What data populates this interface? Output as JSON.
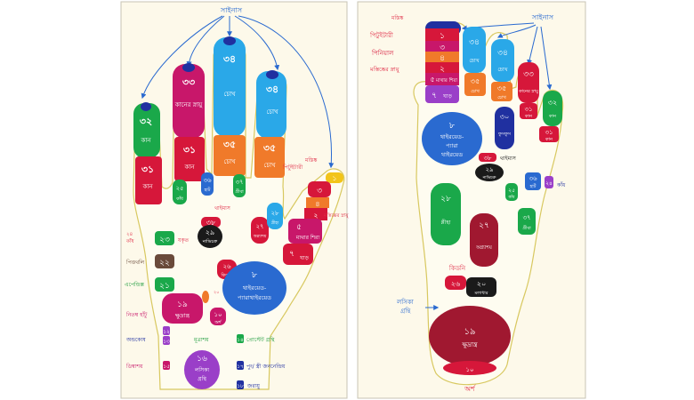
{
  "colors": {
    "red": "#d6173a",
    "magenta": "#c8176a",
    "blue": "#2f7fe8",
    "sky": "#2aa8e8",
    "green": "#1aa84a",
    "orange": "#f07a2a",
    "purple": "#9a3fc8",
    "darkred": "#a01830",
    "brown": "#6a4a3a",
    "yellow": "#f2c41a",
    "navy": "#2030a0",
    "label_red": "#e0304a",
    "label_blue": "#2a6ad0",
    "label_green": "#1a9a3a"
  },
  "hand": {
    "sinus": "সাইনাস",
    "f1_top": "৩২",
    "f1_top_txt": "কান",
    "f1_bot": "৩১",
    "f1_bot_txt": "কান",
    "f2_top": "৩৩",
    "f2_top_txt": "কানের স্নায়ু",
    "f2_bot": "৩১",
    "f2_bot_txt": "কান",
    "f3_top": "৩৪",
    "f3_top_txt": "চোখ",
    "f3_bot": "৩৫",
    "f3_bot_txt": "চোখ",
    "f4_top": "৩৪",
    "f4_top_txt": "চোখ",
    "f4_bot": "৩৫",
    "f4_bot_txt": "চোখ",
    "n25": "২৫",
    "n25_txt": "কাঁধ",
    "n36": "৩৬",
    "n36_txt": "হাট",
    "n37": "৩৭",
    "n37_txt": "গ্রীবা",
    "thymus": "থাইমাস",
    "n38": "৩৮",
    "n29": "২৯",
    "n29_txt": "নাভিচক্র",
    "n27": "২৭",
    "n27_txt": "অগ্ন্যাশয়",
    "n28": "২৮",
    "n28_txt": "প্লীহা",
    "t1": "১",
    "t3": "৩",
    "t4": "৪",
    "t2": "২",
    "t5": "৫",
    "t5_txt": "মাথার শিরা",
    "t7": "৭",
    "t7_txt": "ঘাড়",
    "pituitary": "পিটুইটারী",
    "brain_nerve": "মস্তিষ্কের স্নায়ু",
    "mastishka": "মস্তিষ্ক",
    "n24": "২৪",
    "n24_txt": "কাঁধ",
    "n23": "২৩",
    "n23_txt": "যকৃত",
    "n22": "২২",
    "n22_side": "পিত্তথলি",
    "n21": "২১",
    "n21_side": "এপেন্ডিক্স",
    "n26": "২৬",
    "n26_txt": "কিডনি",
    "n8": "৮",
    "n8_txt1": "থাইরয়েড-",
    "n8_txt2": "প্যারাথাইরয়েড",
    "n19": "১৯",
    "n19_txt": "ক্ষুদ্রান্ত্র",
    "n20": "২০",
    "n10": "১০",
    "n10_txt": "অর্শ",
    "sciatic": "নিতম্ব হাঁটু",
    "testis": "অন্ডকোষ",
    "bladder": "মূত্রাশয়",
    "prostate": "প্রোস্টেট গ্রন্থি",
    "ovary": "ডিম্বাশয়",
    "n16": "১৬",
    "n16_txt1": "লসিকা",
    "n16_txt2": "গ্রন্থি",
    "genital": "পুং/ স্ত্রী জননেন্দ্রিয়",
    "uterus": "জরায়ু",
    "s12": "১২",
    "s13": "১৩",
    "s14": "১৪",
    "s15": "১৫",
    "s17": "১৭",
    "s18": "১৮"
  },
  "foot": {
    "sinus": "সাইনাস",
    "pituitary": "পিটুইটারী",
    "pineal": "পিনিয়াল",
    "brain_nerve": "মস্তিষ্কের স্নায়ু",
    "mastishka": "মস্তিষ্ক",
    "t1": "১",
    "t3": "৩",
    "t4": "৪",
    "t2": "২",
    "t5": "৫",
    "t5_txt": "মাথার শিরা",
    "t7": "৭",
    "t7_txt": "ঘাড়",
    "toe2_top": "৩৪",
    "toe2_top_txt": "চোখ",
    "toe2_bot": "৩৫",
    "toe2_bot_txt": "চোখ",
    "toe3_top": "৩৪",
    "toe3_top_txt": "চোখ",
    "toe3_bot": "৩৫",
    "toe3_bot_txt": "চোখ",
    "toe4_top": "৩৩",
    "toe4_top_txt": "কানের স্নায়ু",
    "toe4_bot": "৩১",
    "toe4_bot_txt": "কান",
    "toe5_top": "৩২",
    "toe5_top_txt": "কান",
    "toe5_bot": "৩১",
    "toe5_bot_txt": "কান",
    "n30": "৩০",
    "n30_txt": "ফুসফুস",
    "n8": "৮",
    "n8_txt1": "থাইরয়েড-",
    "n8_txt2": "প্যারা",
    "n8_txt3": "থাইরয়েড",
    "n38": "৩৮",
    "thymus": "থাইমাস",
    "n29": "২৯",
    "n29_txt": "নাভিচক্র",
    "n36": "৩৬",
    "n36_txt": "হার্ট",
    "n24": "২৪",
    "n24_txt": "কাঁধ",
    "n25": "২৫",
    "n25_txt": "কাঁধ",
    "n28": "২৮",
    "n28_txt": "প্লীহা",
    "n27": "২৭",
    "n27_txt": "অগ্ন্যাশয়",
    "n37": "৩৭",
    "n37_txt": "গ্রীবা",
    "kidney": "কিডনি",
    "n26": "২৬",
    "n20": "২০",
    "n20_txt": "মলাধার",
    "lymph1": "লসিকা",
    "lymph2": "গ্রন্থি",
    "n19": "১৯",
    "n19_txt": "ক্ষুদ্রান্ত্র",
    "n10": "১০",
    "arsha": "অর্শ"
  }
}
